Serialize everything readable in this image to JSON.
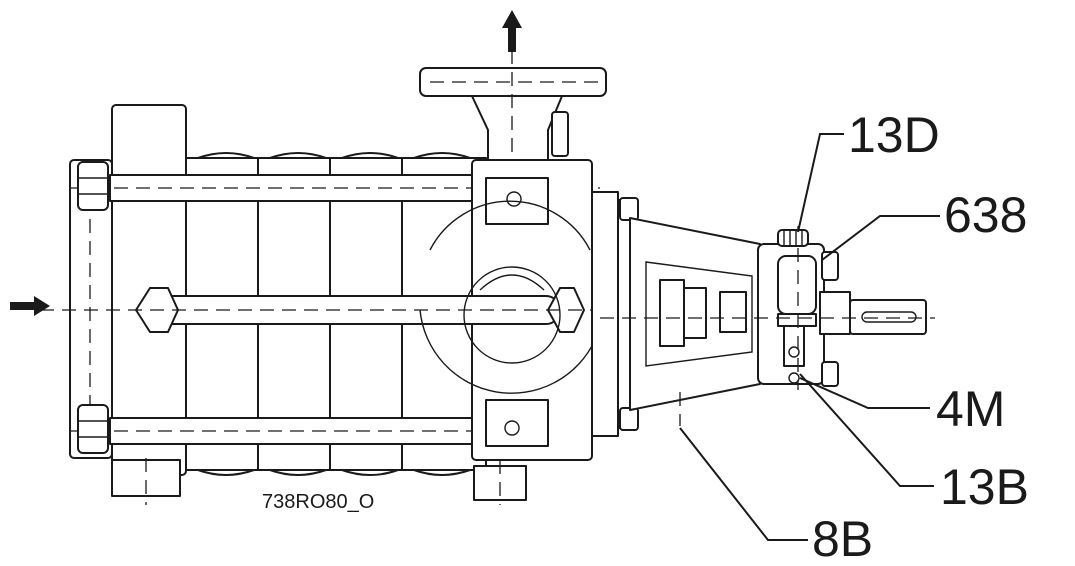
{
  "drawing": {
    "code": "738RO80_O",
    "labels": {
      "coupling_screw": "13D",
      "coupling": "638",
      "pin": "4M",
      "screw": "13B",
      "motor_stool": "8B"
    }
  }
}
